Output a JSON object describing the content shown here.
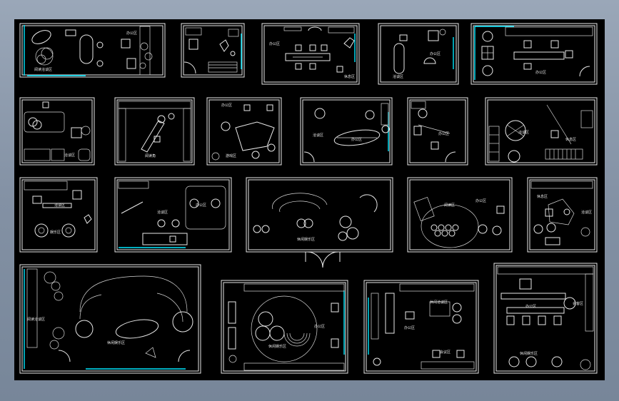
{
  "drawing": {
    "background": "#000000",
    "line_color": "#e8e8e8",
    "accent_color": "#00e8ff"
  },
  "rooms": [
    {
      "id": "r1",
      "labels": [
        "办公区",
        "阅读洽谈区"
      ]
    },
    {
      "id": "r2",
      "labels": []
    },
    {
      "id": "r3",
      "labels": [
        "办公区",
        "休息区"
      ]
    },
    {
      "id": "r4",
      "labels": [
        "办公区",
        "洽谈区"
      ]
    },
    {
      "id": "r5",
      "labels": [
        "办公区"
      ]
    },
    {
      "id": "r6",
      "labels": [
        "洽谈区"
      ]
    },
    {
      "id": "r7",
      "labels": [
        "阅读角"
      ]
    },
    {
      "id": "r8",
      "labels": [
        "办公区",
        "游戏区"
      ]
    },
    {
      "id": "r9",
      "labels": [
        "洽谈区",
        "办公区"
      ]
    },
    {
      "id": "r10",
      "labels": [
        "办公区"
      ]
    },
    {
      "id": "r11",
      "labels": [
        "洽谈区",
        "休息区"
      ]
    },
    {
      "id": "r12",
      "labels": [
        "洽谈区",
        "娱乐区"
      ]
    },
    {
      "id": "r13",
      "labels": [
        "洽谈区",
        "办公区"
      ]
    },
    {
      "id": "r14",
      "labels": [
        "休闲娱乐区"
      ]
    },
    {
      "id": "r15",
      "labels": [
        "阅读区",
        "办公区"
      ]
    },
    {
      "id": "r16",
      "labels": [
        "休息区",
        "洽谈区"
      ]
    },
    {
      "id": "r17",
      "labels": [
        "阅读洽谈区",
        "休闲娱乐区"
      ]
    },
    {
      "id": "r18",
      "labels": [
        "休闲娱乐区",
        "办公区"
      ]
    },
    {
      "id": "r19",
      "labels": [
        "休闲洽谈区",
        "办公区",
        "会议区"
      ]
    },
    {
      "id": "r20",
      "labels": [
        "办公区",
        "会客区",
        "休闲娱乐区"
      ]
    }
  ]
}
